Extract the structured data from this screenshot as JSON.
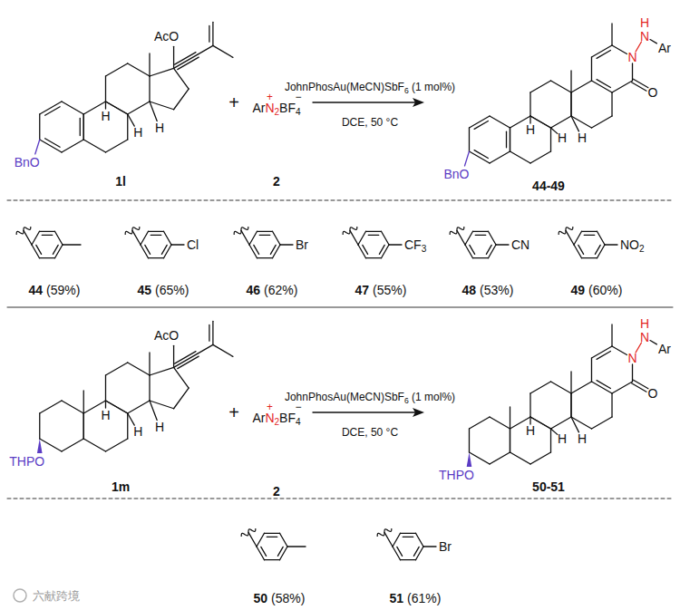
{
  "diagram": {
    "labels": [
      "AcO",
      "H",
      "H",
      "H",
      "BnO",
      "1l",
      "+",
      "Ar",
      "N",
      "2",
      "BF",
      "4",
      "+",
      "−",
      "2",
      "JohnPhosAu(MeCN)SbF",
      "6",
      "(1 mol%)",
      "DCE, 50 °C",
      "H",
      "N",
      "N",
      "Ar",
      "O",
      "H",
      "H",
      "H",
      "BnO",
      "44-49",
      "Cl",
      "Br",
      "CF",
      "3",
      "CN",
      "NO",
      "2",
      "44",
      "(59%)",
      "45",
      "(65%)",
      "46",
      "(62%)",
      "47",
      "(55%)",
      "48",
      "(53%)",
      "49",
      "(60%)",
      "AcO",
      "H",
      "H",
      "H",
      "THPO",
      "1m",
      "+",
      "Ar",
      "N",
      "2",
      "BF",
      "4",
      "+",
      "−",
      "2",
      "JohnPhosAu(MeCN)SbF",
      "6",
      "(1 mol%)",
      "DCE, 50 °C",
      "H",
      "N",
      "N",
      "Ar",
      "O",
      "H",
      "H",
      "H",
      "THPO",
      "50-51",
      "Br",
      "50",
      "(58%)",
      "51",
      "(61%)",
      "六献跨境"
    ]
  }
}
